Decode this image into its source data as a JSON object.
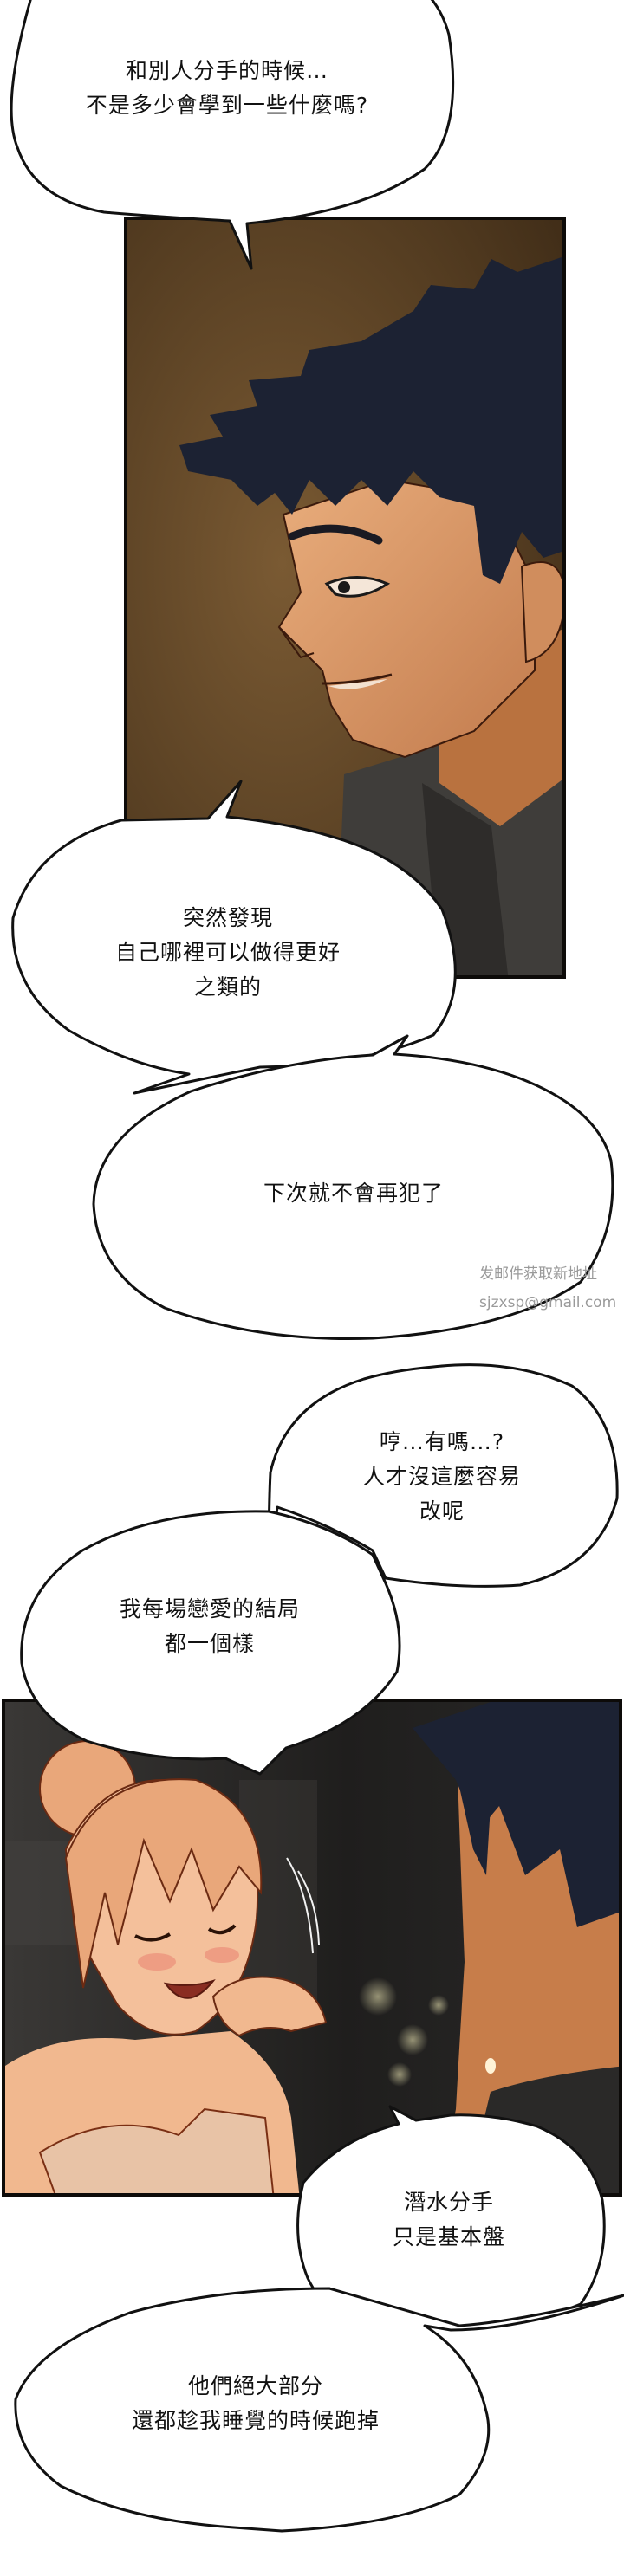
{
  "comic": {
    "bubbles": [
      {
        "id": "b1",
        "lines": [
          "和別人分手的時候…",
          "不是多少會學到一些什麼嗎?"
        ]
      },
      {
        "id": "b2",
        "lines": [
          "突然發現",
          "自己哪裡可以做得更好",
          "之類的"
        ]
      },
      {
        "id": "b3",
        "lines": [
          "下次就不會再犯了"
        ]
      },
      {
        "id": "b4",
        "lines": [
          "哼…有嗎…?",
          "人才沒這麼容易",
          "改呢"
        ]
      },
      {
        "id": "b5",
        "lines": [
          "我每場戀愛的結局",
          "都一個樣"
        ]
      },
      {
        "id": "b6",
        "lines": [
          "潛水分手",
          "只是基本盤"
        ]
      },
      {
        "id": "b7",
        "lines": [
          "他們絕大部分",
          "還都趁我睡覺的時候跑掉"
        ]
      }
    ],
    "watermark": {
      "line1": "发邮件获取新地址",
      "line2": "sjzxsp@gmail.com"
    },
    "panels": [
      {
        "id": "panel-1",
        "scene": "young man with dark hair looking down, warm brown background"
      },
      {
        "id": "panel-2",
        "scene": "blonde woman laughing with hand on chin beside man, dark night background"
      }
    ],
    "colors": {
      "panel1_bg": "#6b4e2c",
      "panel2_bg": "#2e2c2b",
      "hair_dark": "#1c2233",
      "skin_warm": "#d99a68",
      "skin_light": "#f0b991",
      "hair_blonde": "#e9a77a"
    }
  }
}
